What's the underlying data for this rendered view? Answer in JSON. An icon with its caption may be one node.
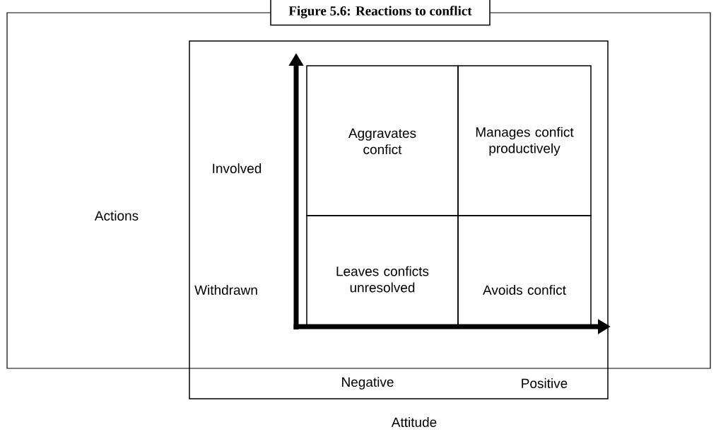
{
  "diagram": {
    "title": "Figure 5.6: Reactions to conflict",
    "nodes": [
      {
        "text": [
          "Aggravates confict"
        ]
      },
      {
        "text": [
          "Manages confict productively"
        ]
      },
      {
        "text": [
          "Leaves conficts unresolved"
        ]
      },
      {
        "text": [
          "Avoids confict"
        ]
      }
    ],
    "labels": [
      "Involved",
      "Actions",
      "Withdrawn",
      "Negative",
      "Positive",
      "Attitude"
    ]
  }
}
